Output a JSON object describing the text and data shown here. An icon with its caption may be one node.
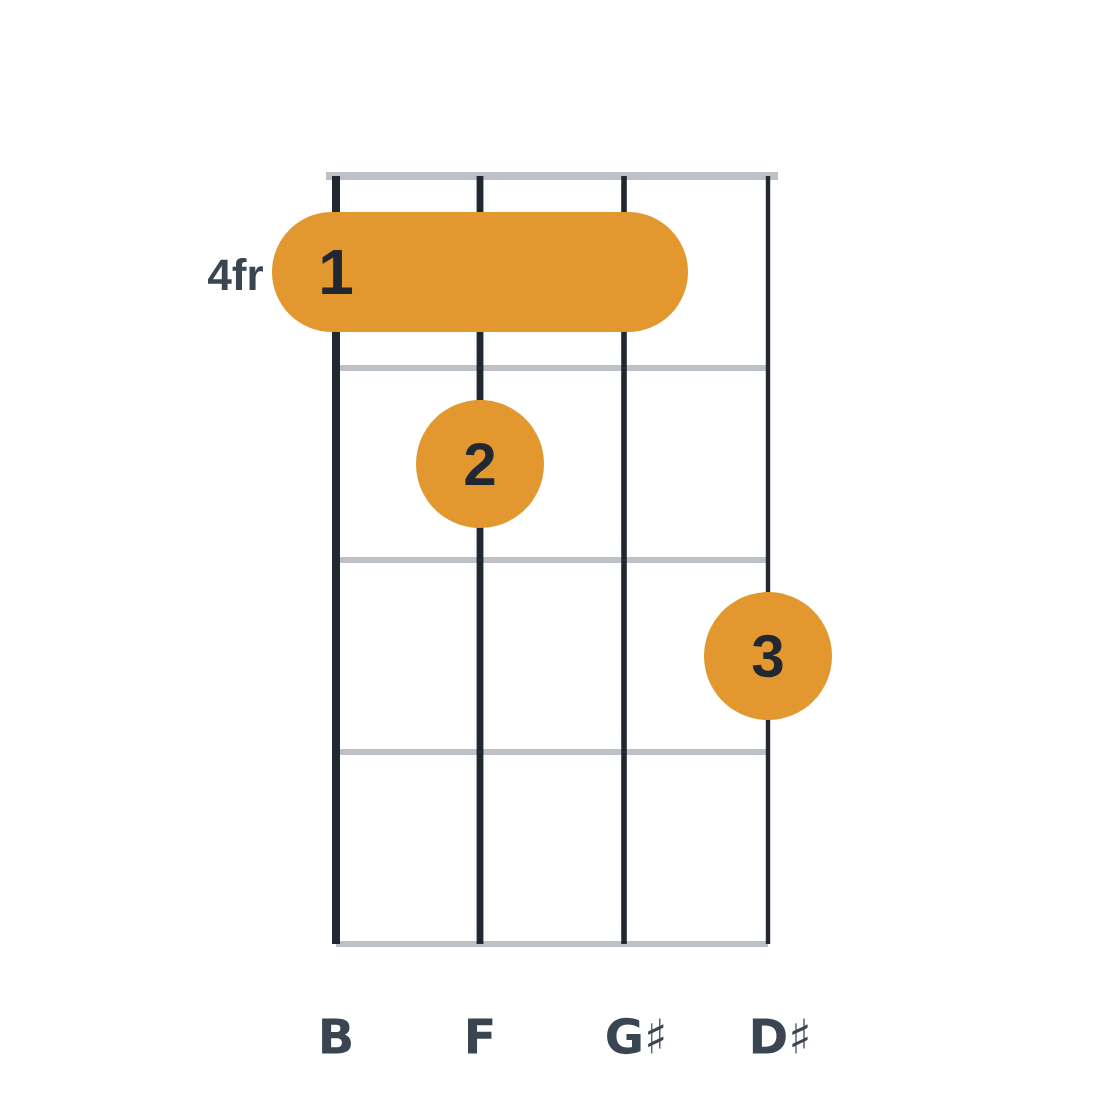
{
  "diagram": {
    "nodes": [
      {
        "text": [
          "1"
        ]
      },
      {
        "text": [
          "2"
        ]
      },
      {
        "text": [
          "3"
        ]
      }
    ],
    "labels": [
      "4fr",
      "B",
      "F",
      "G♯",
      "D♯"
    ]
  }
}
